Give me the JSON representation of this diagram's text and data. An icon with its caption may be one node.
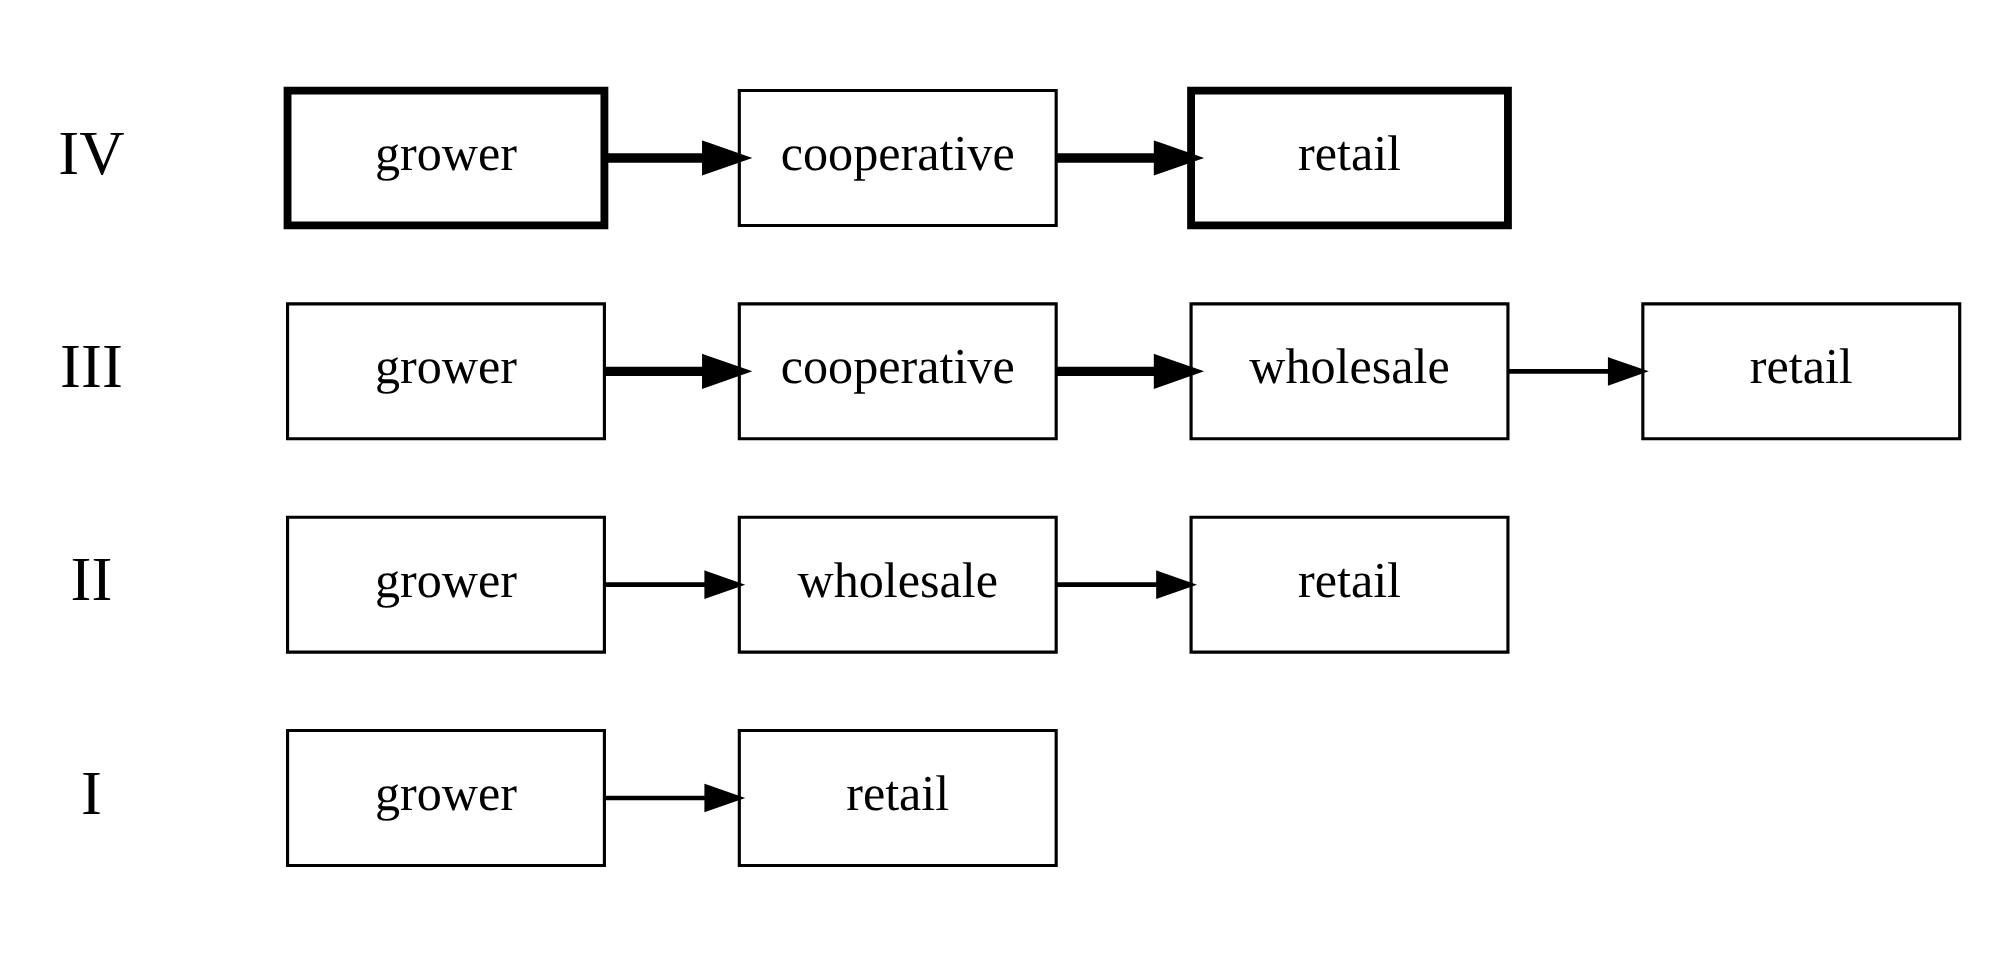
{
  "diagram": {
    "nodes": [
      {
        "text": [
          "grower"
        ]
      },
      {
        "text": [
          "retail"
        ]
      },
      {
        "text": [
          "grower"
        ]
      },
      {
        "text": [
          "wholesale"
        ]
      },
      {
        "text": [
          "retail"
        ]
      },
      {
        "text": [
          "grower"
        ]
      },
      {
        "text": [
          "cooperative"
        ]
      },
      {
        "text": [
          "wholesale"
        ]
      },
      {
        "text": [
          "retail"
        ]
      },
      {
        "text": [
          "grower"
        ]
      },
      {
        "text": [
          "cooperative"
        ]
      },
      {
        "text": [
          "retail"
        ]
      }
    ],
    "edges": [
      {
        "from": 0,
        "to": 1,
        "arrow": "to"
      },
      {
        "from": 2,
        "to": 3,
        "arrow": "to"
      },
      {
        "from": 3,
        "to": 4,
        "arrow": "to"
      },
      {
        "from": 5,
        "to": 6,
        "arrow": "to",
        "style": "thick"
      },
      {
        "from": 6,
        "to": 7,
        "arrow": "to",
        "style": "thick"
      },
      {
        "from": 7,
        "to": 8,
        "arrow": "to"
      },
      {
        "from": 9,
        "to": 10,
        "arrow": "to",
        "style": "thick"
      },
      {
        "from": 10,
        "to": 11,
        "arrow": "to",
        "style": "thick"
      }
    ],
    "labels": [
      "I",
      "II",
      "III",
      "IV"
    ]
  }
}
